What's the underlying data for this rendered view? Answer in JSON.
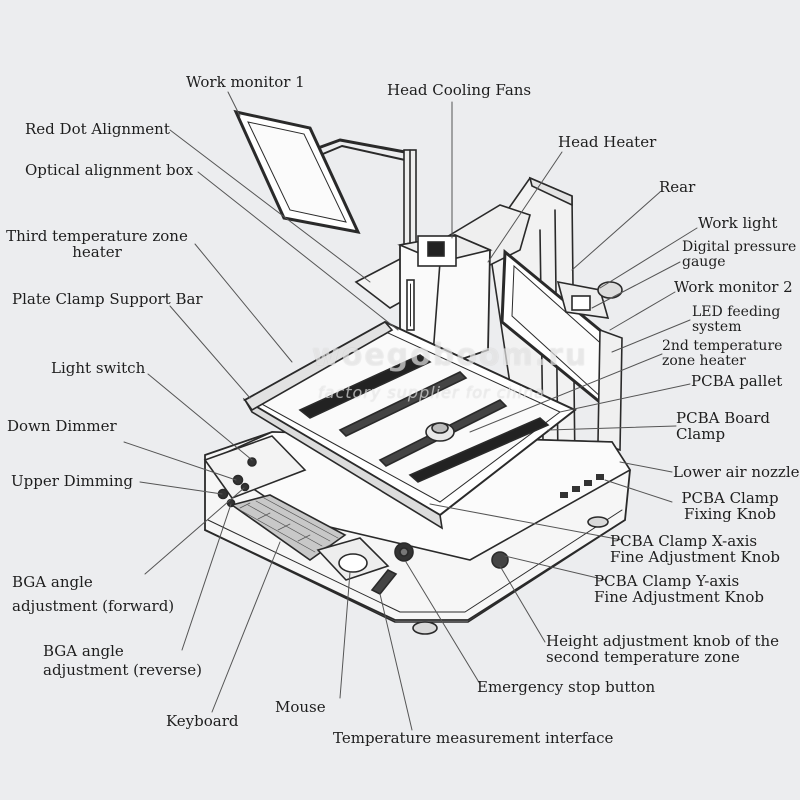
{
  "labels": {
    "work_monitor_1": "Work monitor 1",
    "head_cooling_fans": "Head Cooling Fans",
    "red_dot_alignment": "Red Dot Alignment",
    "head_heater": "Head Heater",
    "optical_alignment_box": "Optical alignment box",
    "rear": "Rear",
    "third_temp_zone_heater": "Third temperature zone\nheater",
    "work_light": "Work light",
    "digital_pressure_gauge": "Digital pressure\ngauge",
    "plate_clamp_support_bar": "Plate Clamp Support Bar",
    "work_monitor_2": "Work monitor 2",
    "led_feeding_system": "LED feeding\nsystem",
    "light_switch": "Light switch",
    "second_temp_zone_heater": "2nd temperature\nzone heater",
    "pcba_pallet": "PCBA pallet",
    "down_dimmer": "Down Dimmer",
    "pcba_board_clamp": "PCBA Board\nClamp",
    "lower_air_nozzle": "Lower air nozzle",
    "upper_dimming": "Upper Dimming",
    "pcba_clamp_fixing_knob": "PCBA Clamp\nFixing Knob",
    "pcba_clamp_x_axis": "PCBA Clamp X-axis\nFine Adjustment Knob",
    "bga_angle_forward": "BGA angle\nadjustment (forward)",
    "pcba_clamp_y_axis": "PCBA Clamp Y-axis\nFine Adjustment Knob",
    "bga_angle_reverse": "BGA angle\nadjustment (reverse)",
    "height_adjustment_knob": "Height adjustment knob of the\nsecond temperature zone",
    "keyboard": "Keyboard",
    "mouse": "Mouse",
    "emergency_stop_button": "Emergency stop button",
    "temperature_measurement_interface": "Temperature measurement interface"
  },
  "watermark": {
    "main": "woegoboom.ru",
    "sub": "factory supplier for china"
  },
  "colors": {
    "background": "#ecedef",
    "line": "#2a2a2a",
    "leader": "#555555",
    "text": "#1e1e1e"
  }
}
